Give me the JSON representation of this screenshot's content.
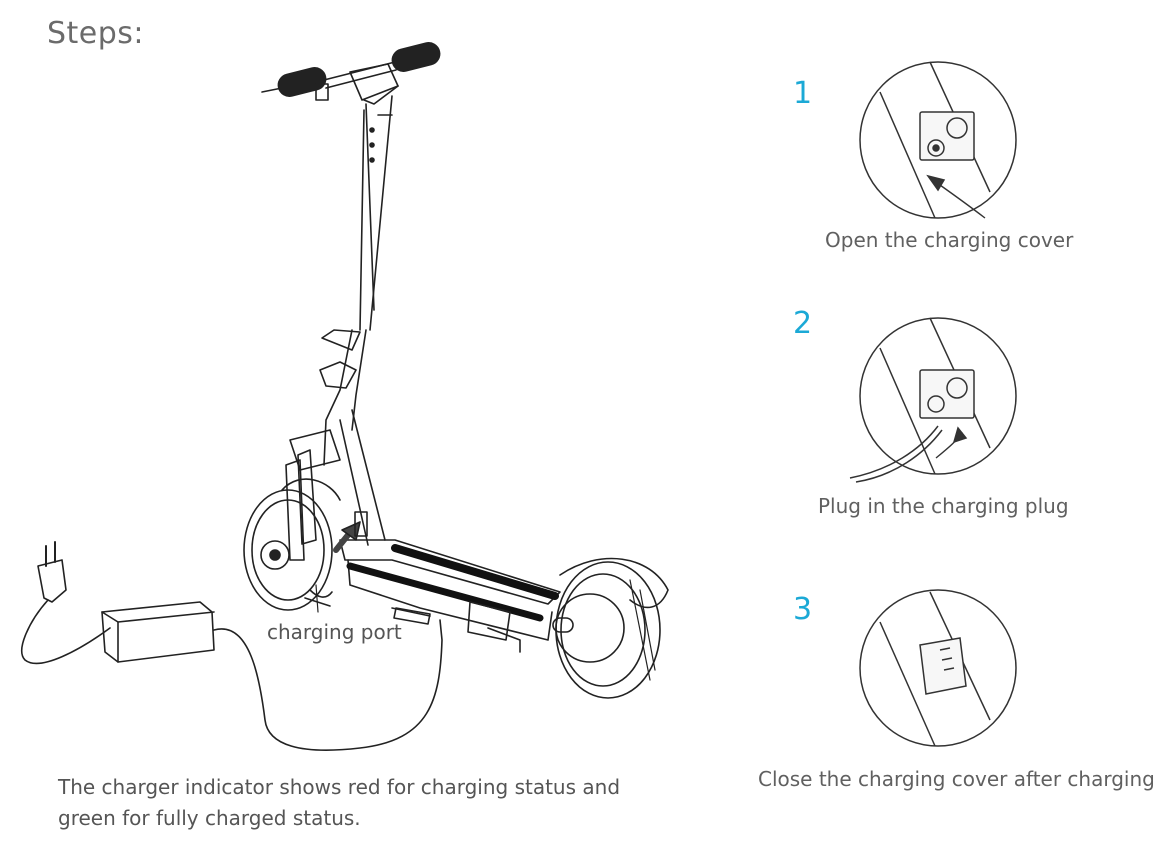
{
  "heading": "Steps:",
  "charging_port_label": "charging port",
  "steps": [
    {
      "number": "1",
      "caption": "Open the charging cover"
    },
    {
      "number": "2",
      "caption": "Plug in the charging plug"
    },
    {
      "number": "3",
      "caption": "Close the charging cover after charging"
    }
  ],
  "note_line1": "The charger indicator shows red for charging status and",
  "note_line2": "green for fully charged status.",
  "colors": {
    "step_number": "#1ba9d6",
    "text": "#555555"
  }
}
